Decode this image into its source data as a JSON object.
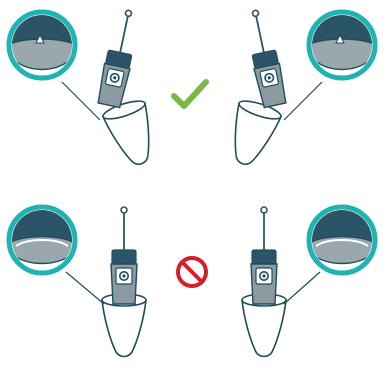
{
  "colors": {
    "outline": "#1f4d5c",
    "dome_fill": "#ffffff",
    "device_gray": "#8c9aa2",
    "device_dark": "#2b5566",
    "accent_teal": "#1fb3b3",
    "check_green": "#7ab648",
    "prohibit_red": "#d21f2a",
    "magnifier_fill": "#9aa8ae",
    "magnifier_dark": "#2b5566"
  },
  "diagram": {
    "rows": [
      {
        "status": "correct",
        "status_icon": "check-icon",
        "panels": [
          {
            "side": "left",
            "device_tilt": "tilted-left",
            "seating": "inserted-correctly"
          },
          {
            "side": "right",
            "device_tilt": "tilted-right",
            "seating": "inserted-correctly"
          }
        ]
      },
      {
        "status": "incorrect",
        "status_icon": "prohibited-icon",
        "panels": [
          {
            "side": "left",
            "device_tilt": "upright",
            "seating": "inserted-incorrectly"
          },
          {
            "side": "right",
            "device_tilt": "upright",
            "seating": "inserted-incorrectly"
          }
        ]
      }
    ]
  }
}
